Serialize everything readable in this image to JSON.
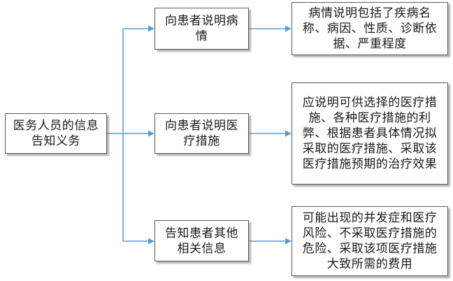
{
  "root": {
    "text": "医务人员的信息告知义务"
  },
  "branches": [
    {
      "label": "向患者说明病情",
      "detail": "病情说明包括了疾病名称、病因、性质、诊断依据、严重程度"
    },
    {
      "label": "向患者说明医疗措施",
      "detail": "应说明可供选择的医疗措施、各种医疗措施的利弊、根据患者具体情况拟采取的医疗措施、采取该医疗措施预期的治疗效果"
    },
    {
      "label": "告知患者其他相关信息",
      "detail": "可能出现的并发症和医疗风险、不采取医疗措施的危险、采取该项医疗措施大致所需的费用"
    }
  ],
  "colors": {
    "connector": "#5b9bd5",
    "box_border": "#5a5a5a"
  }
}
